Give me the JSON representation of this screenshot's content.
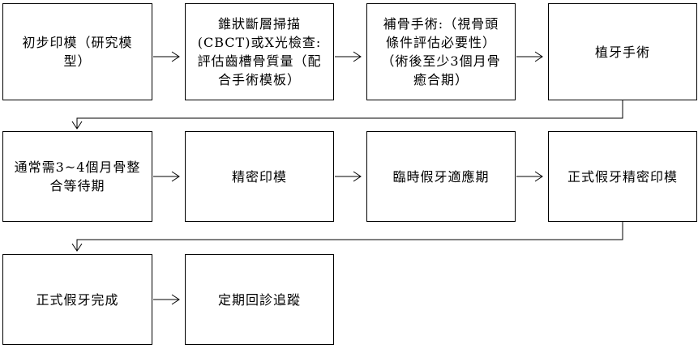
{
  "steps": [
    "初步印模（研究模型）",
    "錐狀斷層掃描(CBCT)或X光檢查:評估齒槽骨質量（配合手術模板）",
    "補骨手術:（視骨頭條件評估必要性）（術後至少3個月骨癒合期）",
    "植牙手術",
    "通常需3~4個月骨整合等待期",
    "精密印模",
    "臨時假牙適應期",
    "正式假牙精密印模",
    "正式假牙完成",
    "定期回診追蹤"
  ],
  "colors": {
    "line": "#000000",
    "box_border": "#000000",
    "box_fill": "#ffffff"
  }
}
